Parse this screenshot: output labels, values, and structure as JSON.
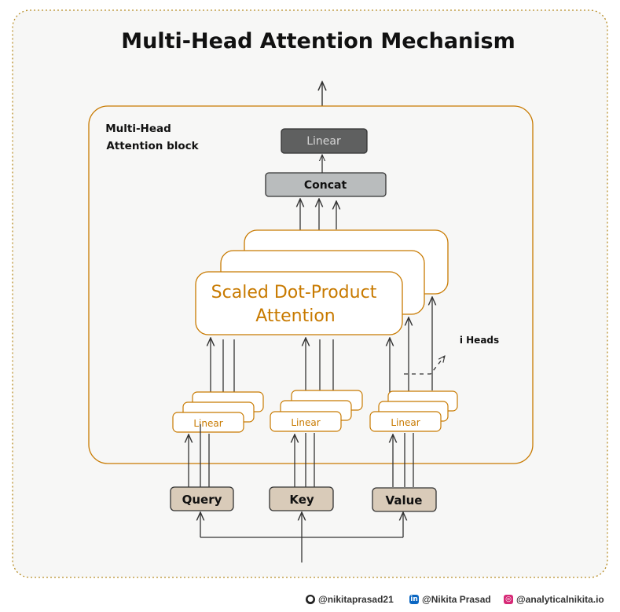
{
  "title": "Multi-Head Attention Mechanism",
  "block_label_line1": "Multi-Head",
  "block_label_line2": "Attention block",
  "linear_top": "Linear",
  "concat": "Concat",
  "sdpa_line1": "Scaled Dot-Product",
  "sdpa_line2": "Attention",
  "heads_label": "i Heads",
  "linear_small": "Linear",
  "inputs": {
    "query": "Query",
    "key": "Key",
    "value": "Value"
  },
  "footer": {
    "github": "@nikitaprasad21",
    "linkedin": "@Nikita Prasad",
    "instagram": "@analyticalnikita.io"
  },
  "colors": {
    "orange": "#c87a00",
    "input_fill": "#d9cbb9",
    "concat_fill": "#b9bcbd",
    "linear_fill": "#5f6060",
    "background": "#f7f7f6"
  },
  "icons": {
    "github": "github-icon",
    "linkedin": "linkedin-icon",
    "instagram": "instagram-icon"
  }
}
